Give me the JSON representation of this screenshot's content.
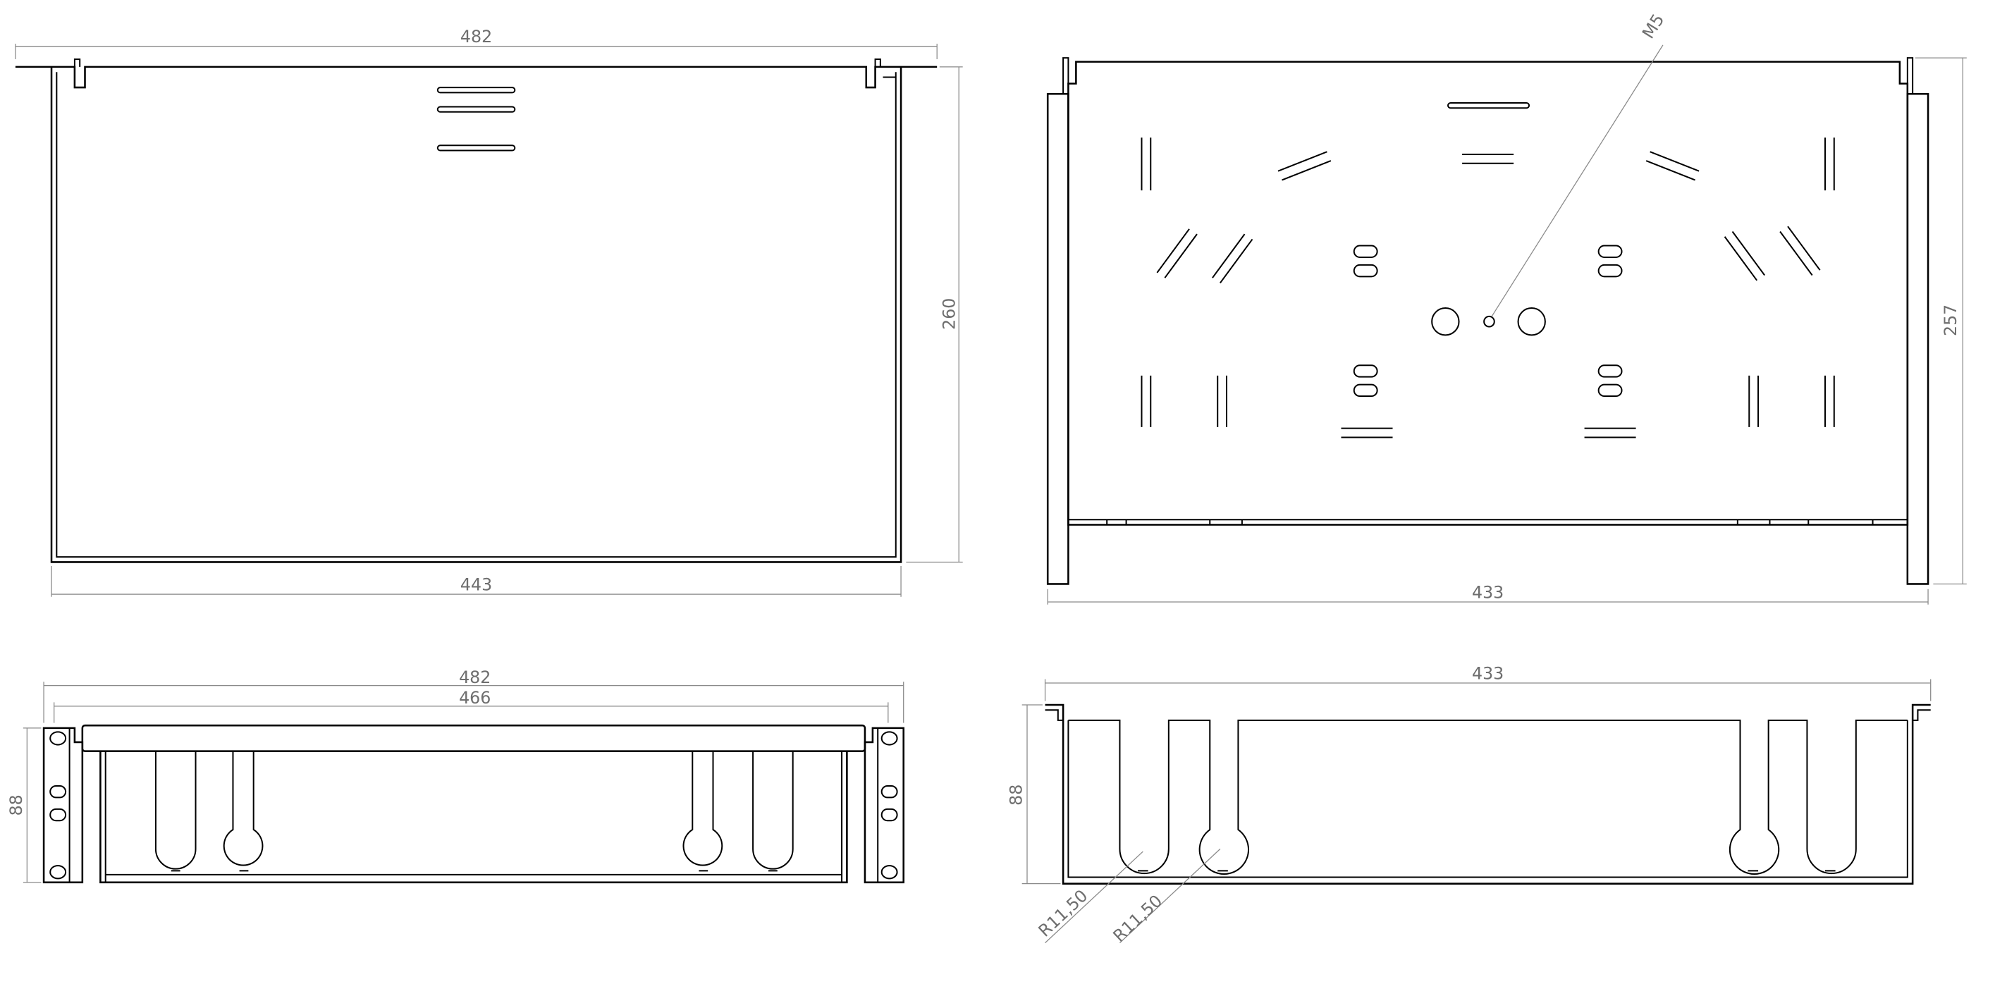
{
  "views": {
    "top_left": {
      "width_overall": "482",
      "width_inner": "443",
      "depth": "260"
    },
    "top_right": {
      "width": "433",
      "depth": "257",
      "hole_callout": "M5"
    },
    "front_left": {
      "width_overall": "482",
      "width_inner": "466",
      "height": "88"
    },
    "front_right": {
      "width": "433",
      "height": "88",
      "radius_a": "R11,50",
      "radius_b": "R11,50"
    }
  },
  "colors": {
    "line": "#000000",
    "dimension": "#8a8a8a",
    "dimension_text": "#6e6e6e",
    "background": "#ffffff"
  }
}
